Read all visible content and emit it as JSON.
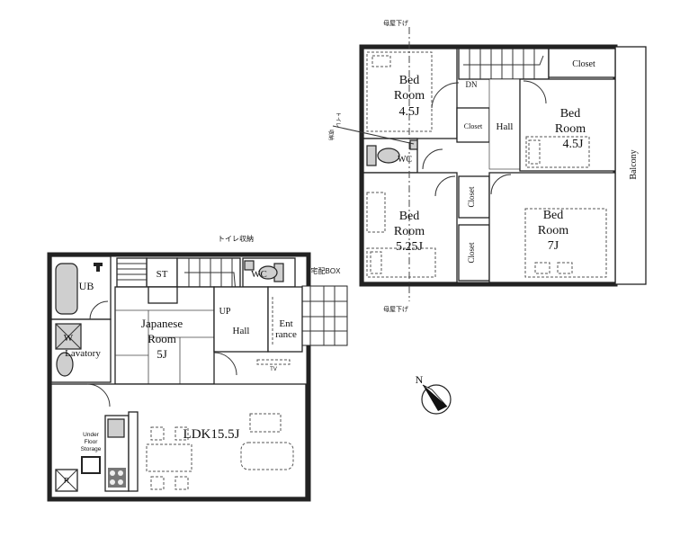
{
  "first_floor": {
    "rooms": {
      "ub": "UB",
      "st": "ST",
      "wc": "WC",
      "washer": "W",
      "lavatory": "Lavatory",
      "japanese_room_line1": "Japanese",
      "japanese_room_line2": "Room",
      "japanese_room_size": "5J",
      "up": "UP",
      "hall": "Hall",
      "entrance_line1": "Ent",
      "entrance_line2": "rance",
      "ldk": "LDK15.5J",
      "underfloor_line1": "Under",
      "underfloor_line2": "Floor",
      "underfloor_line3": "Storage",
      "fridge": "R",
      "tv": "TV"
    },
    "notes": {
      "toilet_storage": "トイレ収納",
      "storage_box": "宅配BOX"
    }
  },
  "second_floor": {
    "rooms": {
      "bed_nw_line1": "Bed",
      "bed_nw_line2": "Room",
      "bed_nw_size": "4.5J",
      "dn": "DN",
      "closet_top": "Closet",
      "closet_hall": "Closet",
      "hall": "Hall",
      "bed_ne_line1": "Bed",
      "bed_ne_line2": "Room",
      "bed_ne_size": "4.5J",
      "wc": "WC",
      "balcony": "Balcony",
      "bed_sw_line1": "Bed",
      "bed_sw_line2": "Room",
      "bed_sw_size": "5.25J",
      "closet_mid1": "Closet",
      "closet_mid2": "Closet",
      "bed_se_line1": "Bed",
      "bed_se_line2": "Room",
      "bed_se_size": "7J"
    },
    "notes": {
      "eaves_top": "母屋下げ",
      "eaves_bottom": "母屋下げ",
      "toilet_storage_v1": "トイレ",
      "toilet_storage_v2": "収納"
    }
  },
  "compass": {
    "label": "N"
  }
}
